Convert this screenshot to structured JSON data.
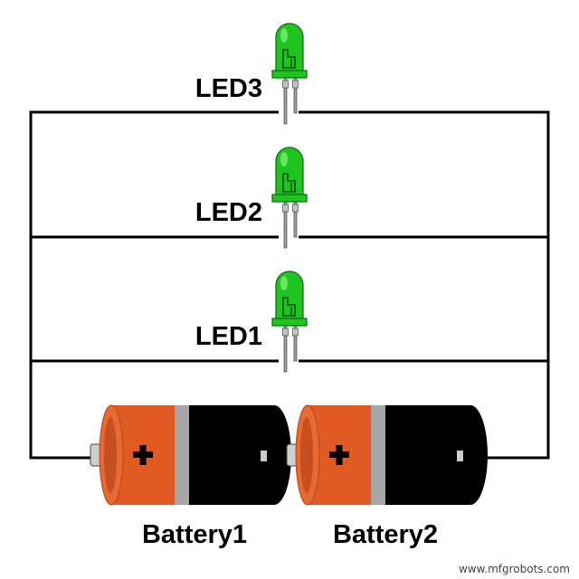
{
  "leds": [
    {
      "label": "LED3",
      "color": "#1ec51e"
    },
    {
      "label": "LED2",
      "color": "#1ec51e"
    },
    {
      "label": "LED1",
      "color": "#1ec51e"
    }
  ],
  "batteries": [
    {
      "label": "Battery1",
      "polarity_mark": "+"
    },
    {
      "label": "Battery2",
      "polarity_mark": "+"
    }
  ],
  "watermark": "www.mfgrobots.com",
  "colors": {
    "wire": "#000000",
    "led_green": "#1ec51e",
    "battery_orange": "#e05a24",
    "battery_black": "#000000",
    "battery_band": "#a6a6a6"
  }
}
